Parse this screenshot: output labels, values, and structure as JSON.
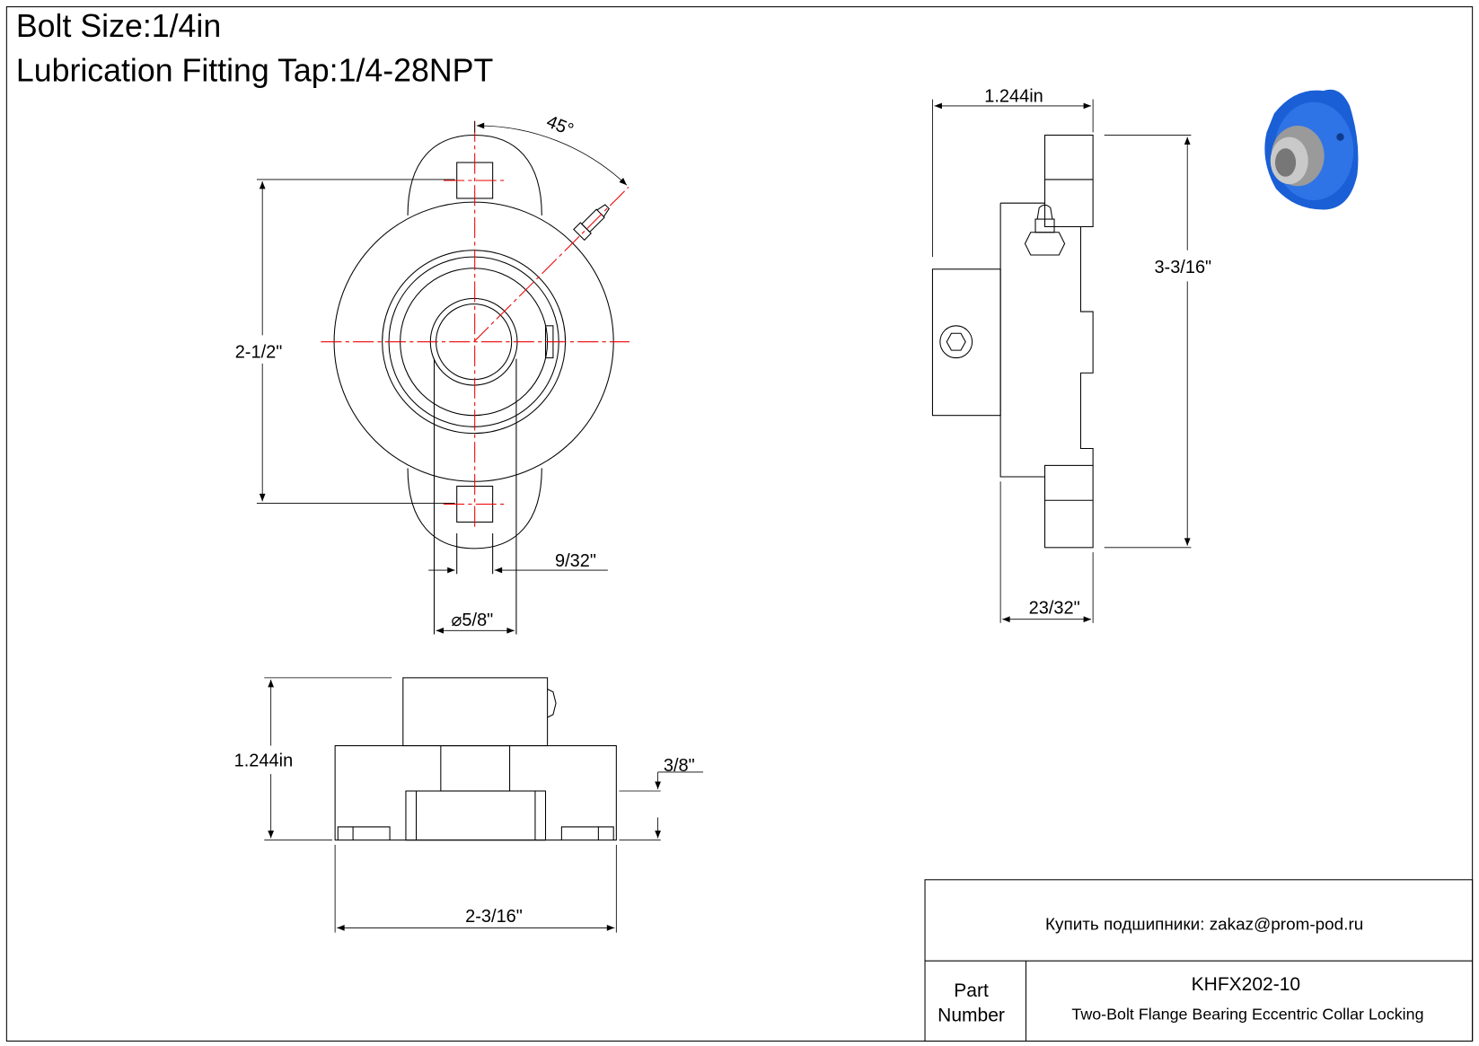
{
  "header": {
    "bolt_size": "Bolt Size:1/4in",
    "lubrication": "Lubrication Fitting Tap:1/4-28NPT"
  },
  "front_view": {
    "angle": "45°",
    "bolt_spacing": "2-1/2\"",
    "slot_width": "9/32\"",
    "bore": "⌀5/8\""
  },
  "bottom_view": {
    "height": "1.244in",
    "flange_thickness": "3/8\"",
    "width": "2-3/16\""
  },
  "side_view": {
    "width": "1.244in",
    "length": "3-3/16\"",
    "offset": "23/32\""
  },
  "title_block": {
    "contact": "Купить подшипники: zakaz@prom-pod.ru",
    "part_label_1": "Part",
    "part_label_2": "Number",
    "part_number": "KHFX202-10",
    "description": "Two-Bolt Flange Bearing Eccentric Collar Locking"
  },
  "colors": {
    "centerline": "#ee0000",
    "housing": "#1a5fd6",
    "collar": "#9a9a9a"
  }
}
